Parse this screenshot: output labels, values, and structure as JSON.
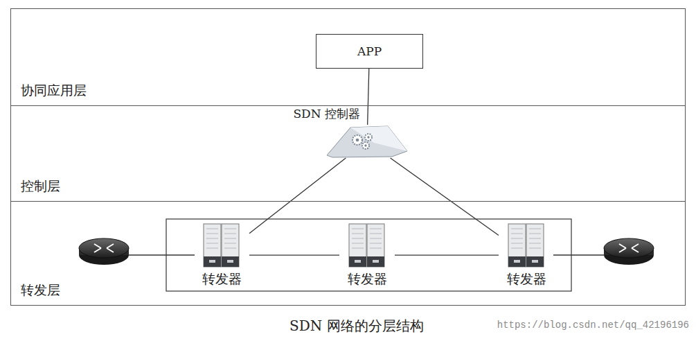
{
  "diagram": {
    "caption": "SDN 网络的分层结构",
    "nodes": [
      {
        "text": [
          "协同应用层"
        ]
      },
      {
        "text": [
          "APP"
        ],
        "in": 0
      },
      {
        "text": [
          "控制层"
        ]
      },
      {
        "text": [
          "SDN 控制器"
        ],
        "in": 2
      },
      {
        "text": [
          "转发层"
        ]
      },
      {
        "text": [
          "转发器"
        ],
        "in": 4
      },
      {
        "text": [
          "转发器"
        ],
        "in": 4
      },
      {
        "text": [
          "转发器"
        ],
        "in": 4
      }
    ],
    "edges": [
      {
        "from": 1,
        "to": 3,
        "arrow": "none"
      },
      {
        "from": 3,
        "to": 5,
        "arrow": "none"
      },
      {
        "from": 3,
        "to": 7,
        "arrow": "none"
      },
      {
        "from": 5,
        "to": 6,
        "arrow": "none"
      },
      {
        "from": 6,
        "to": 7,
        "arrow": "none"
      }
    ],
    "labels": [
      "https://blog.csdn.net/qq_42196196"
    ]
  }
}
